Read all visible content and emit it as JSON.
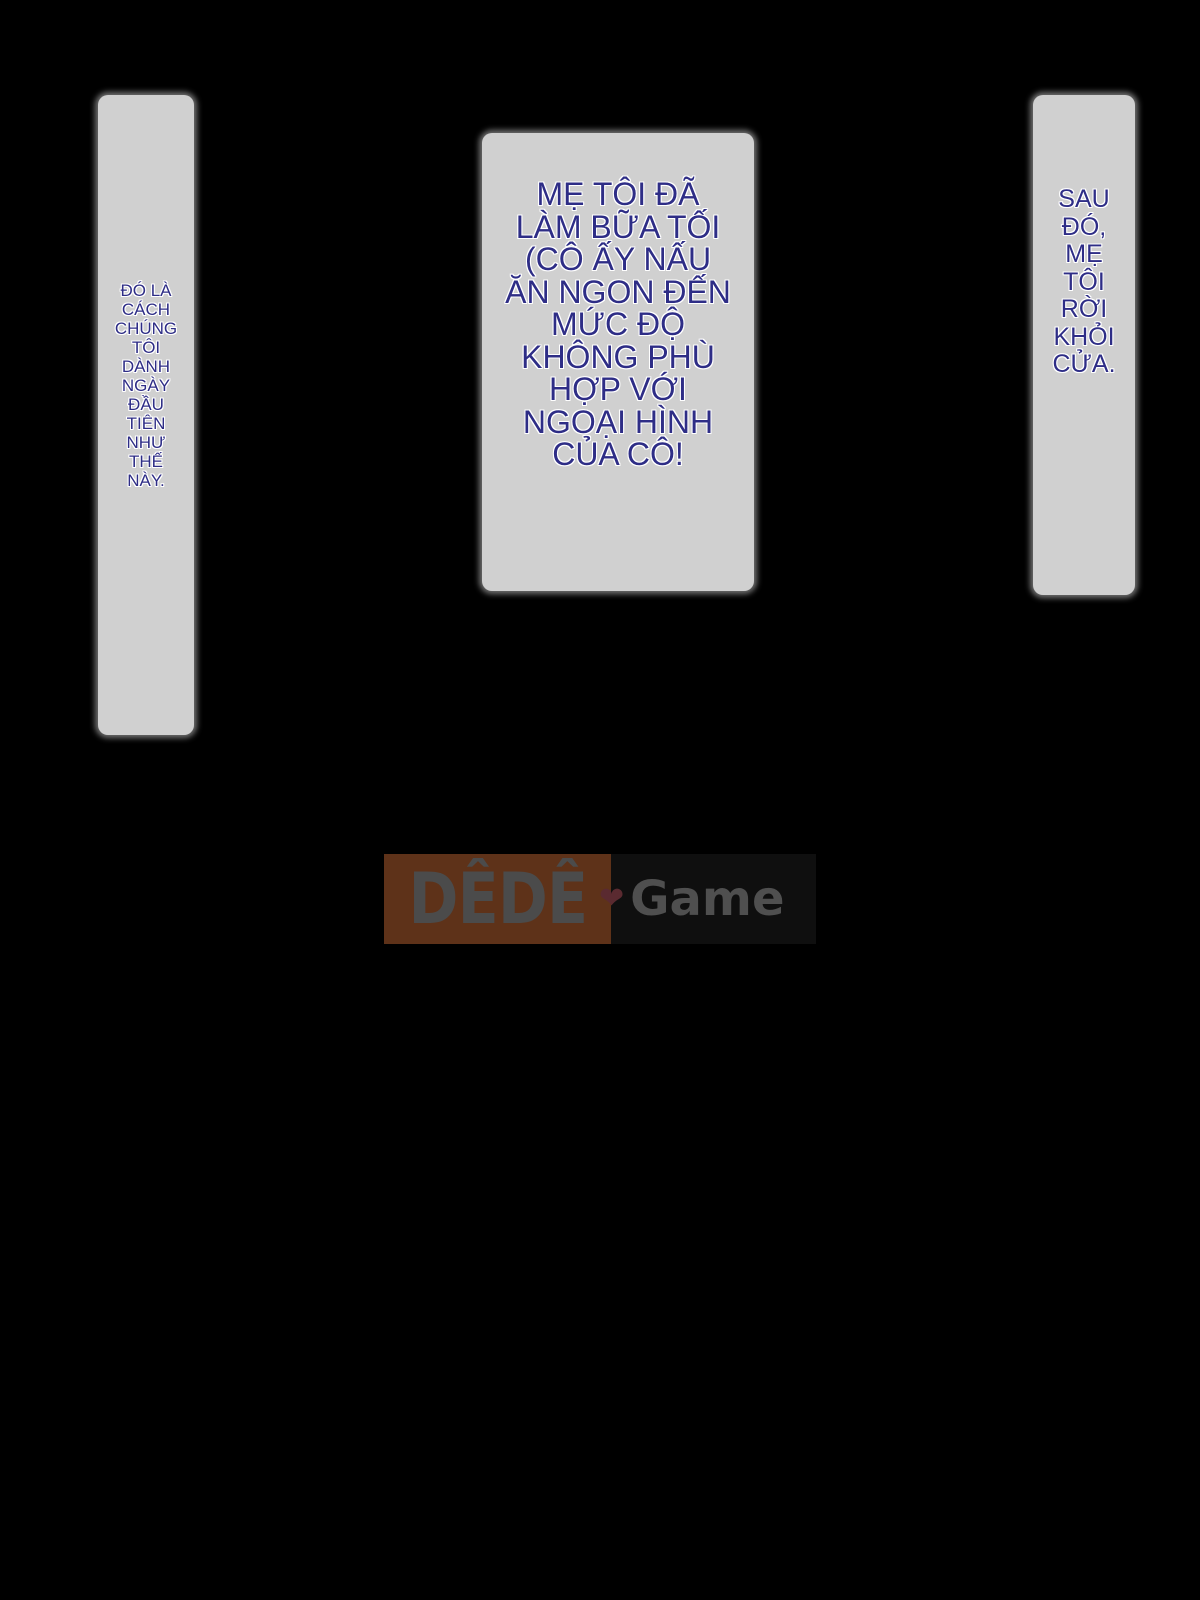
{
  "captions": {
    "left": "ĐÓ LÀ\nCÁCH\nCHÚNG\nTÔI\nDÀNH\nNGÀY\nĐẦU\nTIÊN\nNHƯ\nTHẾ\nNÀY.",
    "center": "MẸ TÔI ĐÃ\nLÀM BỮA TỐI\n(CÔ ẤY NẤU\nĂN NGON ĐẾN\nMỨC ĐỘ\nKHÔNG PHÙ\nHỢP VỚI\nNGOẠI HÌNH\nCỦA CÔ!",
    "right": "SAU\nĐÓ,\nMẸ\nTÔI\nRỜI\nKHỎI\nCỬA."
  },
  "logo": {
    "brand": "DÊDÊ",
    "heart": "❤",
    "suffix": "Game"
  },
  "colors": {
    "background": "#000000",
    "panel": "#d0d0d0",
    "caption_text": "#2e2d86",
    "logo_left_bg": "#5e3219",
    "logo_right_bg": "#0f0f0f"
  }
}
